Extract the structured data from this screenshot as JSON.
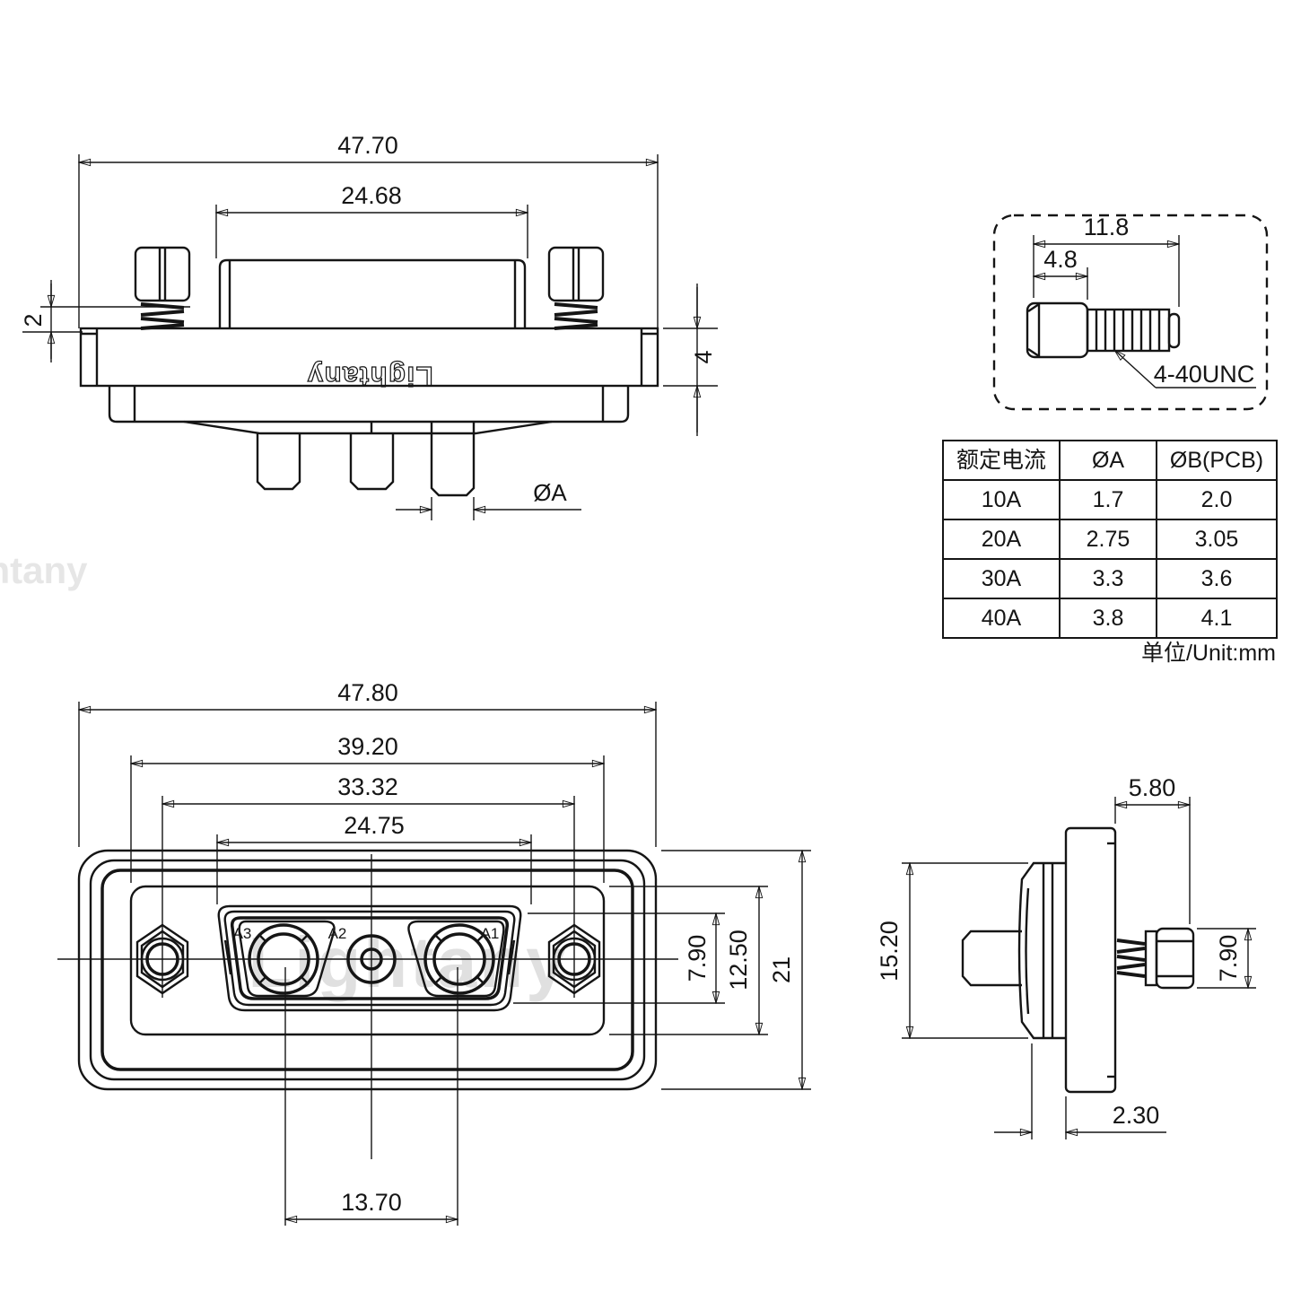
{
  "brand": "Lightany",
  "watermark": "Lightany",
  "top_view": {
    "dim_overall_width": "47.70",
    "dim_insert_width": "24.68",
    "dim_standoff": "2",
    "dim_flange_thickness": "4",
    "label_pin_dia": "ØA"
  },
  "screw_detail": {
    "dim_total_length": "11.8",
    "dim_head_length": "4.8",
    "thread_spec": "4-40UNC"
  },
  "spec_table": {
    "headers": [
      "额定电流",
      "ØA",
      "ØB(PCB)"
    ],
    "rows": [
      [
        "10A",
        "1.7",
        "2.0"
      ],
      [
        "20A",
        "2.75",
        "3.05"
      ],
      [
        "30A",
        "3.3",
        "3.6"
      ],
      [
        "40A",
        "3.8",
        "4.1"
      ]
    ],
    "unit_note": "单位/Unit:mm"
  },
  "front_view": {
    "dim_overall_width": "47.80",
    "dim_boss_width": "39.20",
    "dim_mount_spacing": "33.32",
    "dim_shell_width": "24.75",
    "dim_power_pitch": "13.70",
    "dim_shell_height": "7.90",
    "dim_boss_height": "12.50",
    "dim_overall_height": "21",
    "pin_labels": [
      "A3",
      "A2",
      "A1"
    ]
  },
  "side_view": {
    "dim_front_depth": "5.80",
    "dim_body_height": "15.20",
    "dim_screw_head_dia": "7.90",
    "dim_rear_gap": "2.30"
  }
}
